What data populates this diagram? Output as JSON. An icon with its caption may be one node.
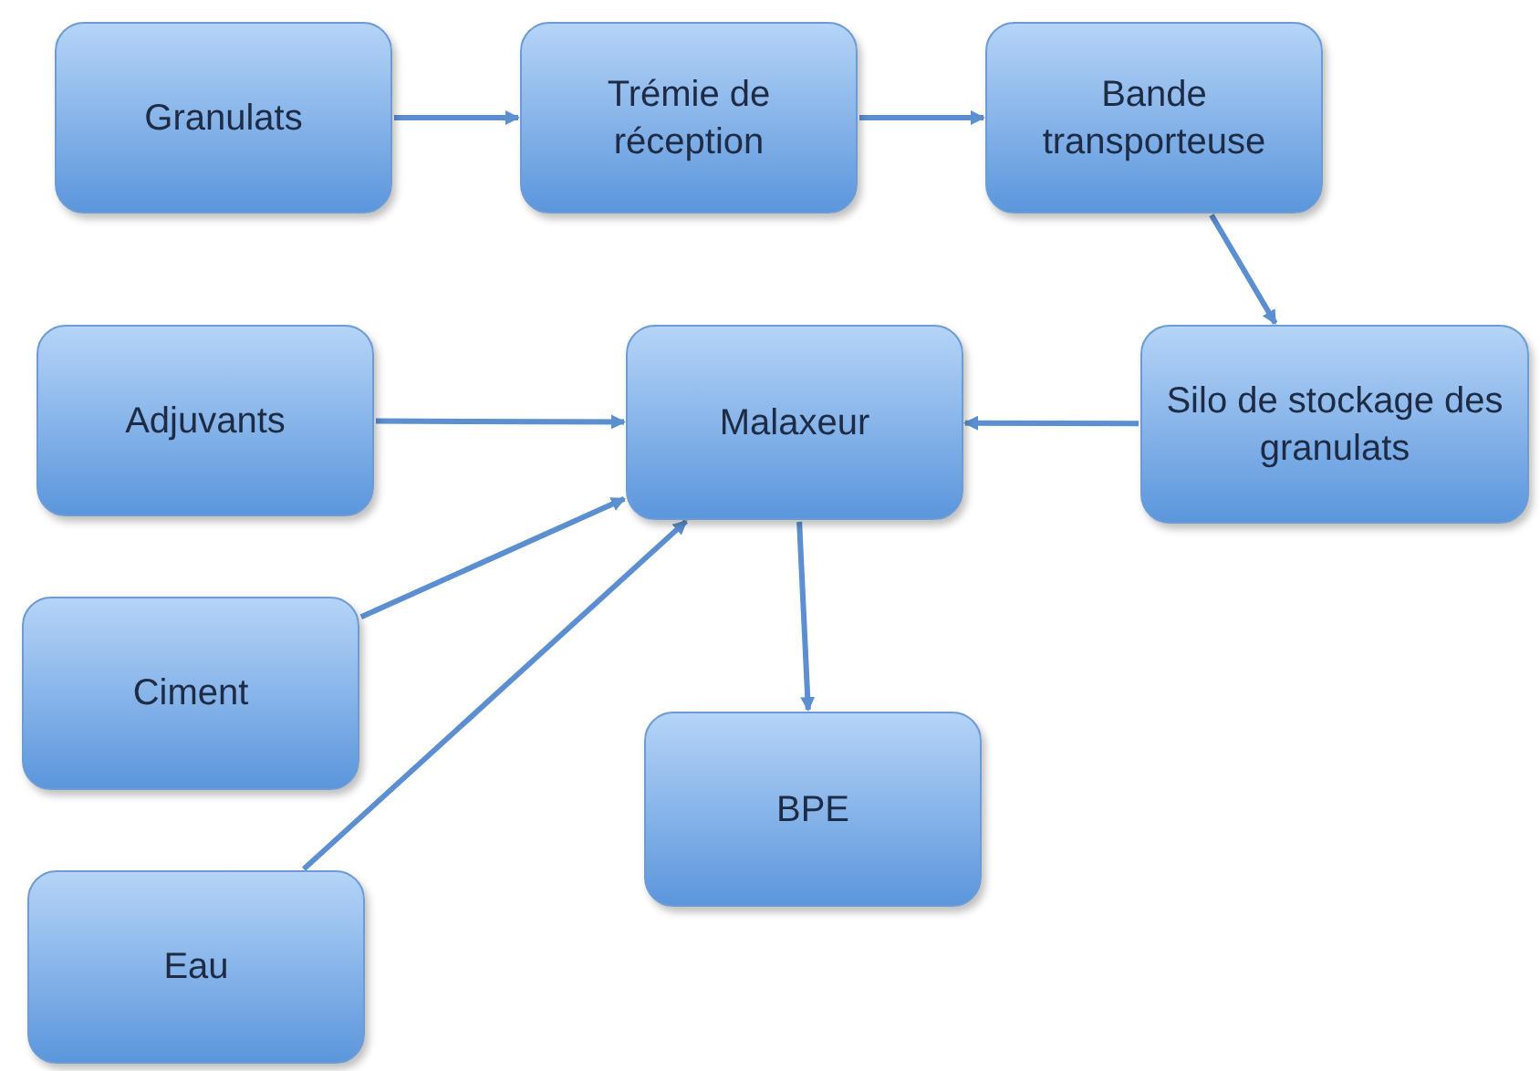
{
  "diagram": {
    "nodes": [
      {
        "text": [
          "Granulats"
        ]
      },
      {
        "text": [
          "Trémie de réception"
        ]
      },
      {
        "text": [
          "Bande transporteuse"
        ]
      },
      {
        "text": [
          "Adjuvants"
        ]
      },
      {
        "text": [
          "Malaxeur"
        ]
      },
      {
        "text": [
          "Silo de stockage des granulats"
        ]
      },
      {
        "text": [
          "Ciment"
        ]
      },
      {
        "text": [
          "BPE"
        ]
      },
      {
        "text": [
          "Eau"
        ]
      }
    ],
    "edges": [
      {
        "from": 0,
        "to": 1,
        "arrow": "to"
      },
      {
        "from": 1,
        "to": 2,
        "arrow": "to"
      },
      {
        "from": 2,
        "to": 5,
        "arrow": "to"
      },
      {
        "from": 5,
        "to": 4,
        "arrow": "to"
      },
      {
        "from": 3,
        "to": 4,
        "arrow": "to"
      },
      {
        "from": 6,
        "to": 4,
        "arrow": "to"
      },
      {
        "from": 8,
        "to": 4,
        "arrow": "to"
      },
      {
        "from": 4,
        "to": 7,
        "arrow": "to"
      }
    ]
  }
}
